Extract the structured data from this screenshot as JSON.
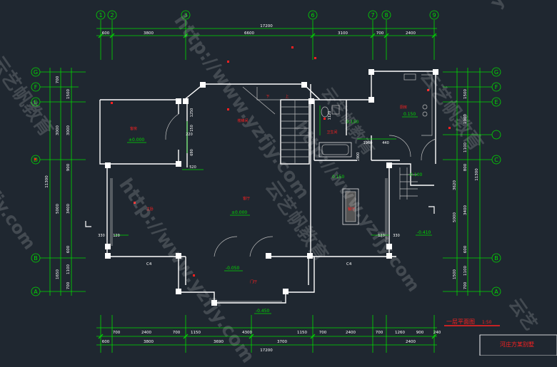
{
  "axes_top": [
    "1",
    "2",
    "3",
    "6",
    "7",
    "8",
    "9"
  ],
  "axes_side": [
    "G",
    "F",
    "E",
    "D",
    "C",
    "B",
    "A"
  ],
  "top_total": "17200",
  "top_segments": [
    "600",
    "3800",
    "6600",
    "3100",
    "700",
    "2400"
  ],
  "bottom_total": "17200",
  "bottom_row1": [
    "700",
    "2400",
    "700",
    "1150",
    "4300",
    "1150",
    "700",
    "2400",
    "700",
    "1260",
    "900",
    "240"
  ],
  "bottom_row2": [
    "600",
    "3800",
    "3690",
    "3700",
    "2400"
  ],
  "left_total": "11300",
  "left_segments": [
    "700",
    "1500",
    "3000",
    "3000",
    "900",
    "5000",
    "3400",
    "600",
    "1650",
    "1100",
    "700"
  ],
  "right_total": "11300",
  "right_segments": [
    "1500",
    "1900",
    "1100",
    "800",
    "3620",
    "3400",
    "5000",
    "600",
    "1100",
    "1500",
    "700"
  ],
  "interior_dims": [
    "220",
    "1250",
    "150",
    "690",
    "520",
    "1120",
    "1960",
    "1900",
    "440",
    "330",
    "120",
    "120",
    "330"
  ],
  "level_marks": [
    "±0.000",
    "±0.000",
    "0.150",
    "0.150",
    "-0.100",
    "-0.410",
    "-0.050",
    "-0.450",
    "0.150"
  ],
  "column_labels": [
    "C4",
    "C4"
  ],
  "room_labels": [
    "客房",
    "客厅",
    "楼梯间",
    "卫生间",
    "厨房",
    "主卧",
    "门厅",
    "餐厅",
    "上",
    "下"
  ],
  "drawing_title": "一层平面图",
  "drawing_scale": "1:50",
  "project_name": "河庄方某别墅",
  "watermarks": [
    "http://www.yzfjy.com",
    "http://www.yzfjy.com",
    "http://www.yzfjy.com",
    "云艺帆教育",
    "云艺帆教育",
    "云艺帆教育",
    "云艺帆教育",
    "yzfjy",
    "fjy.com",
    "云艺"
  ],
  "colors": {
    "background": "#1f2730",
    "dimension": "#00dd00",
    "wall": "#ffffff",
    "annotation": "#ff2020",
    "fixture": "#bfbfbf"
  }
}
